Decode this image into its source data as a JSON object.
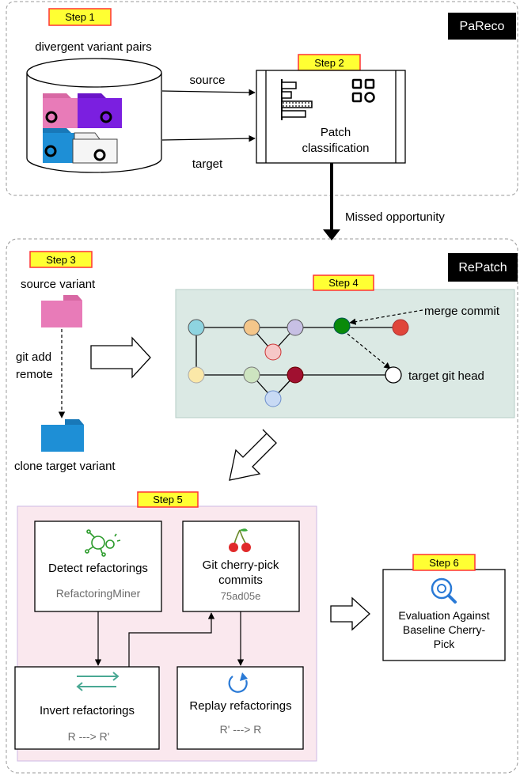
{
  "pareco": {
    "badge": "PaReco",
    "step_label": "Step 1",
    "dataset_label": "divergent variant pairs",
    "source_label": "source",
    "target_label": "target",
    "step2_label": "Step 2",
    "classification_line1": "Patch",
    "classification_line2": "classification"
  },
  "transition_label": "Missed opportunity",
  "repatch": {
    "badge": "RePatch",
    "step3_label": "Step 3",
    "source_variant_label": "source variant",
    "git_add_line1": "git add",
    "git_add_line2": "remote",
    "clone_label": "clone target variant",
    "step4_label": "Step 4",
    "merge_commit_label": "merge commit",
    "target_head_label": "target git head",
    "step5_label": "Step 5",
    "detect": {
      "title": "Detect refactorings",
      "tool": "RefactoringMiner"
    },
    "cherry_pick": {
      "line1": "Git cherry-pick",
      "line2": "commits",
      "hash": "75ad05e"
    },
    "invert": {
      "title": "Invert refactorings",
      "formula": "R ---> R'"
    },
    "replay": {
      "title": "Replay refactorings",
      "formula": "R' ---> R"
    },
    "step6_label": "Step 6",
    "evaluation": {
      "line1": "Evaluation Against",
      "line2": "Baseline Cherry-",
      "line3": "Pick"
    }
  },
  "colors": {
    "step_badge_fill": "#ffff33",
    "step_badge_border": "#ff3333",
    "badge_dark": "#000000",
    "folder_pink": "#e87bb8",
    "folder_purple": "#7b1fe0",
    "folder_blue": "#1e8fd6",
    "git_panel_bg": "#dbe9e4",
    "step5_panel_bg": "#fae8ee",
    "commit_green": "#0a8a0a",
    "commit_red": "#e0453a",
    "commit_darkred": "#a01030"
  },
  "icons": {
    "database": "database-icon",
    "classification_list": "list-bars-icon",
    "classification_grid": "grid-icon",
    "detect": "network-analysis-icon",
    "cherry_pick": "cherry-icon",
    "invert": "swap-arrows-icon",
    "replay": "refresh-icon",
    "evaluation": "magnifier-gear-icon",
    "folder": "folder-icon",
    "github": "github-icon"
  }
}
